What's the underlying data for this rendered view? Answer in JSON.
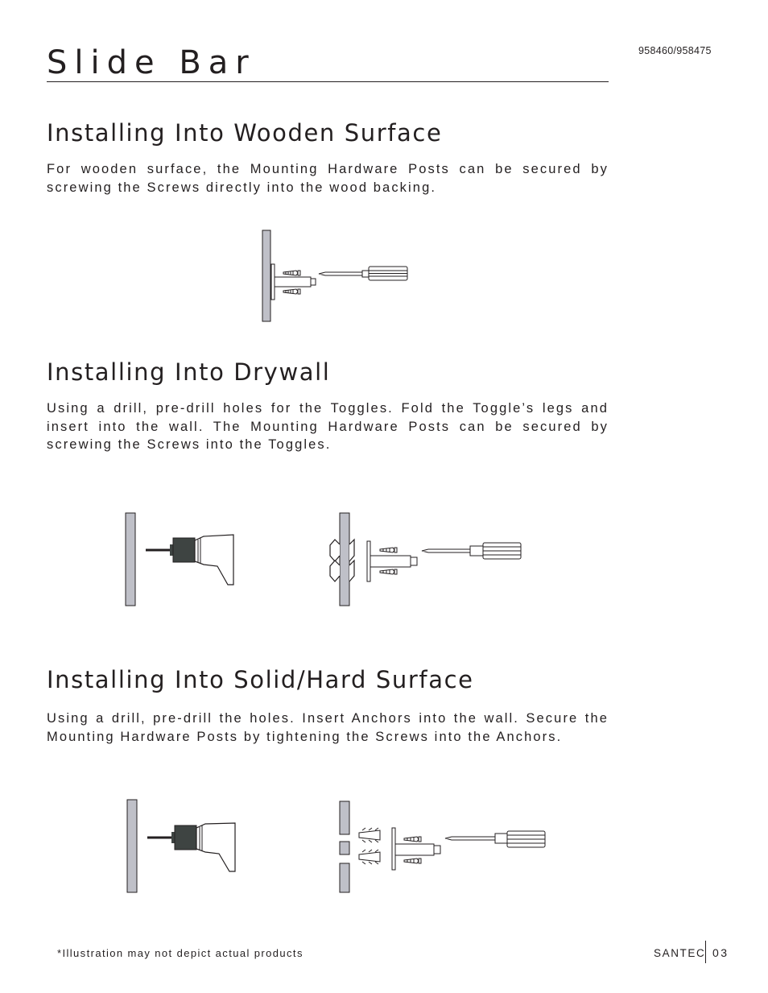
{
  "header": {
    "title": "Slide Bar",
    "model_codes": "958460/958475"
  },
  "sections": [
    {
      "heading": "Installing Into Wooden Surface",
      "body": "For wooden surface, the Mounting Hardware Posts can be secured by screwing the Screws directly into the wood backing."
    },
    {
      "heading": "Installing Into Drywall",
      "body": "Using a drill, pre-drill holes for the Toggles. Fold the Toggle’s legs and insert into the wall. The Mounting Hardware Posts can be secured by screwing the Screws into the Toggles."
    },
    {
      "heading": "Installing Into Solid/Hard Surface",
      "body": "Using a drill, pre-drill the holes. Insert Anchors into the wall. Secure the Mounting Hardware Posts by tightening the Screws into the Anchors."
    }
  ],
  "footer": {
    "note": "*Illustration may not depict actual products",
    "brand": "SANTEC",
    "page_number": "03"
  },
  "colors": {
    "wall": "#bfc0c8",
    "drill_chuck": "#3e4442",
    "ink": "#231f20"
  }
}
